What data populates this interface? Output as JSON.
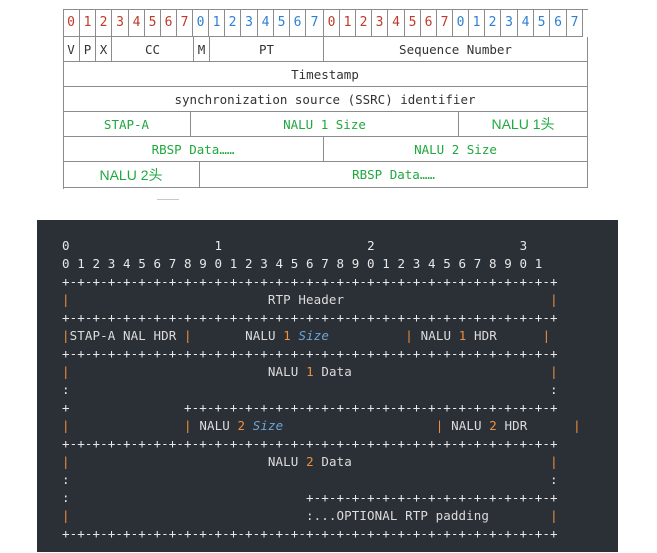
{
  "top_table": {
    "bits": [
      "0",
      "1",
      "2",
      "3",
      "4",
      "5",
      "6",
      "7",
      "0",
      "1",
      "2",
      "3",
      "4",
      "5",
      "6",
      "7",
      "0",
      "1",
      "2",
      "3",
      "4",
      "5",
      "6",
      "7",
      "0",
      "1",
      "2",
      "3",
      "4",
      "5",
      "6",
      "7"
    ],
    "row1": {
      "v": "V",
      "p": "P",
      "x": "X",
      "cc": "CC",
      "m": "M",
      "pt": "PT",
      "seq": "Sequence Number"
    },
    "row2": {
      "timestamp": "Timestamp"
    },
    "row3": {
      "ssrc": "synchronization source (SSRC) identifier"
    },
    "row4": {
      "stap_a": "STAP-A",
      "nalu1_size": "NALU 1 Size",
      "nalu1_head": "NALU 1头"
    },
    "row5": {
      "rbsp1": "RBSP Data……",
      "nalu2_size": "NALU 2 Size"
    },
    "row6": {
      "nalu2_head": "NALU 2头",
      "rbsp2": "RBSP Data……"
    },
    "colors": {
      "bit_red": "#c0392b",
      "bit_blue": "#2e7fd0",
      "green": "#1fa83f"
    }
  },
  "ascii": {
    "ruler_tens": [
      "0",
      "1",
      "2",
      "3"
    ],
    "ruler_units": "0 1 2 3 4 5 6 7 8 9 0 1 2 3 4 5 6 7 8 9 0 1 2 3 4 5 6 7 8 9 0 1",
    "rtp_header": "RTP Header",
    "stap_a_hdr": "STAP-A NAL HDR",
    "nalu1_word": "NALU",
    "nalu1_num": "1",
    "size_word": "Size",
    "nalu1_hdr_word": "NALU",
    "nalu1_hdr_num": "1",
    "hdr_word": "HDR",
    "nalu1_data_word": "NALU",
    "nalu1_data_num": "1",
    "data_word": "Data",
    "nalu2_word": "NALU",
    "nalu2_num": "2",
    "nalu2_size_word": "Size",
    "nalu2_hdr_word": "NALU",
    "nalu2_hdr_num": "2",
    "hdr2_word": "HDR",
    "nalu2_data_word": "NALU",
    "nalu2_data_num": "2",
    "data2_word": "Data",
    "padding": ":...OPTIONAL RTP padding",
    "colors": {
      "background": "#2b2f36",
      "accent": "#ef8f3c",
      "italic": "#6ea6d6",
      "text": "#e8e8e8"
    }
  }
}
